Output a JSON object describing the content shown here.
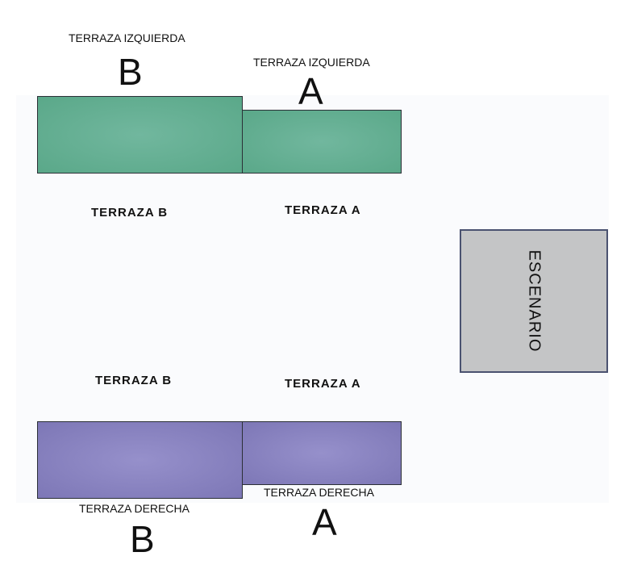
{
  "top_labels": {
    "left_b_caption": "TERRAZA IZQUIERDA",
    "left_b_letter": "B",
    "left_a_caption": "TERRAZA IZQUIERDA",
    "left_a_letter": "A"
  },
  "zones": {
    "upper_b": "TERRAZA  B",
    "upper_a": "TERRAZA A",
    "lower_b": "TERRAZA  B",
    "lower_a": "TERRAZA A"
  },
  "bottom_labels": {
    "right_b_caption": "TERRAZA DERECHA",
    "right_b_letter": "B",
    "right_a_caption": "TERRAZA DERECHA",
    "right_a_letter": "A"
  },
  "stage": {
    "label": "ESCENARIO"
  },
  "colors": {
    "left_terrace": "#5fac8c",
    "right_terrace": "#8a84c4",
    "stage_fill": "#c4c5c6",
    "stage_border": "#4a5270"
  }
}
